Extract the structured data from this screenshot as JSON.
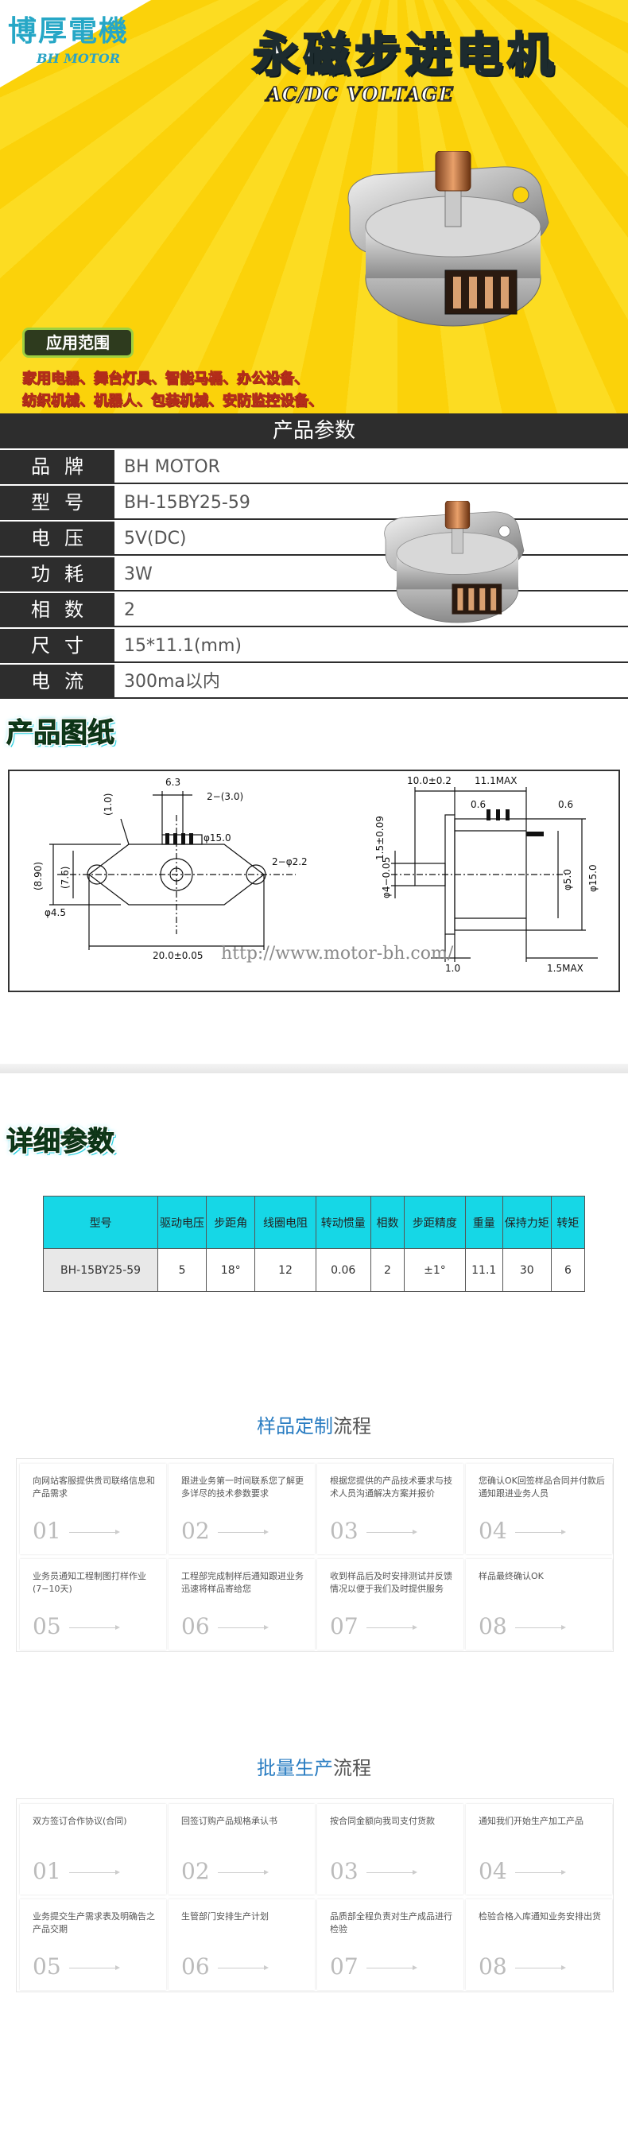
{
  "banner": {
    "logo_text": "博厚電機",
    "logo_sub": "BH MOTOR",
    "title": "永磁步进电机",
    "subtitle": "AC/DC VOLTAGE",
    "app_badge": "应用范围",
    "app_line1": "家用电器、舞台灯具、智能马桶、办公设备、",
    "app_line2": "纺织机械、机器人、包装机械、安防监控设备、"
  },
  "params": {
    "header": "产品参数",
    "rows": [
      {
        "label": "品牌",
        "value": "BH MOTOR"
      },
      {
        "label": "型号",
        "value": "BH-15BY25-59"
      },
      {
        "label": "电压",
        "value": "5V(DC)"
      },
      {
        "label": "功耗",
        "value": "3W"
      },
      {
        "label": "相数",
        "value": "2"
      },
      {
        "label": "尺寸",
        "value": "15*11.1(mm)"
      },
      {
        "label": "电流",
        "value": "300ma以内"
      }
    ]
  },
  "drawing": {
    "title": "产品图纸",
    "watermark": "http://www.motor-bh.com/",
    "dims": {
      "d1": "6.3",
      "d2": "2−(3.0)",
      "d3": "(1.0)",
      "d4": "φ15.0",
      "d5": "(8.90)",
      "d6": "(7.6)",
      "d7": "2−φ2.2",
      "d8": "φ4.5",
      "d9": "20.0±0.05",
      "r1": "10.0±0.2",
      "r2": "11.1MAX",
      "r3": "0.6",
      "r4": "0.6",
      "r5": "1.5±0.09",
      "r6": "φ4−0.05",
      "r7": "φ5.0",
      "r8": "φ15.0",
      "r9": "1.0",
      "r10": "1.5MAX"
    }
  },
  "spec": {
    "title": "详细参数",
    "headers": [
      "型号",
      "驱动电压",
      "步距角",
      "线圈电阻",
      "转动惯量",
      "相数",
      "步距精度",
      "重量",
      "保持力矩",
      "转矩"
    ],
    "row": [
      "BH-15BY25-59",
      "5",
      "18°",
      "12",
      "0.06",
      "2",
      "±1°",
      "11.1",
      "30",
      "6"
    ]
  },
  "sample_flow": {
    "title_hl": "样品定制",
    "title_rest": "流程",
    "steps": [
      {
        "n": "01",
        "text": "向网站客服提供贵司联络信息和产品需求"
      },
      {
        "n": "02",
        "text": "跟进业务第一时间联系您了解更多详尽的技术参数要求"
      },
      {
        "n": "03",
        "text": "根据您提供的产品技术要求与技术人员沟通解决方案并报价"
      },
      {
        "n": "04",
        "text": "您确认OK回签样品合同并付款后通知跟进业务人员"
      },
      {
        "n": "05",
        "text": "业务员通知工程制图打样作业(7−10天)"
      },
      {
        "n": "06",
        "text": "工程部完成制样后通知跟进业务迅速将样品寄给您"
      },
      {
        "n": "07",
        "text": "收到样品后及时安排测试并反馈情况以便于我们及时提供服务"
      },
      {
        "n": "08",
        "text": "样品最终确认OK"
      }
    ]
  },
  "batch_flow": {
    "title_hl": "批量生产",
    "title_rest": "流程",
    "steps": [
      {
        "n": "01",
        "text": "双方签订合作协议(合同)"
      },
      {
        "n": "02",
        "text": "回签订购产品规格承认书"
      },
      {
        "n": "03",
        "text": "按合同金额向我司支付货款"
      },
      {
        "n": "04",
        "text": "通知我们开始生产加工产品"
      },
      {
        "n": "05",
        "text": "业务提交生产需求表及明确告之产品交期"
      },
      {
        "n": "06",
        "text": "生管部门安排生产计划"
      },
      {
        "n": "07",
        "text": "品质部全程负责对生产成品进行检验"
      },
      {
        "n": "08",
        "text": "检验合格入库通知业务安排出货"
      }
    ]
  },
  "colors": {
    "banner": "#fbd20a",
    "dark": "#2d2d2d",
    "cyan": "#16d7e6",
    "accent": "#2a7dc2"
  }
}
